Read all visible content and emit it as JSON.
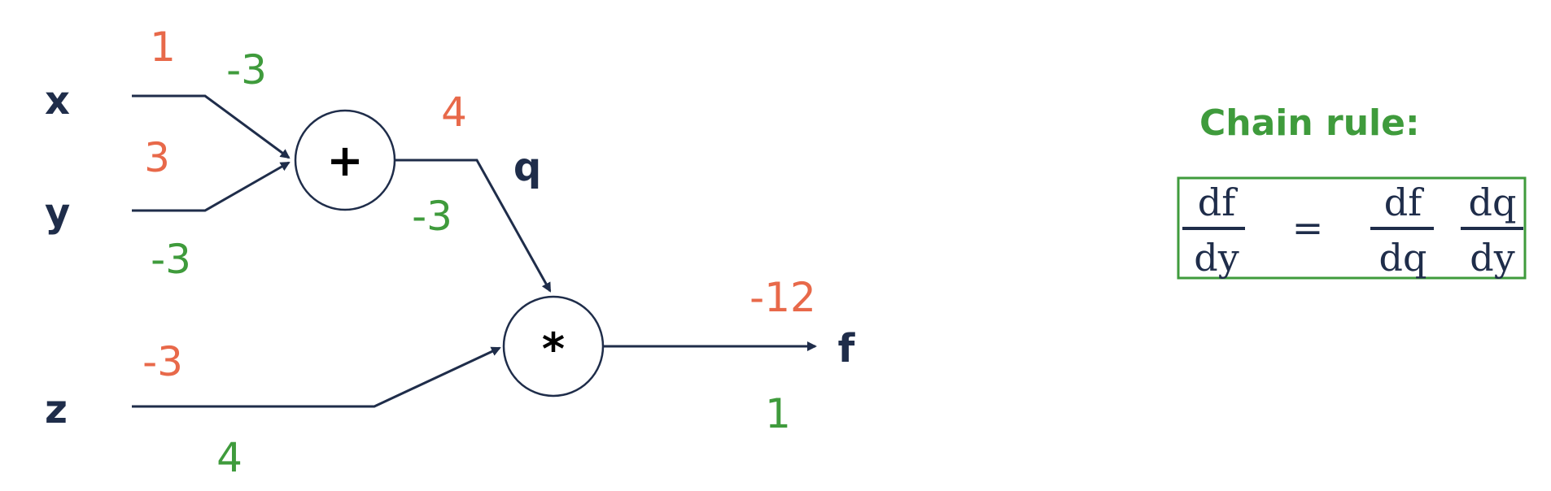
{
  "inputs": {
    "x": {
      "label": "x",
      "value": "1",
      "grad": "-3"
    },
    "y": {
      "label": "y",
      "value": "3",
      "grad": "-3"
    },
    "z": {
      "label": "z",
      "value": "-3",
      "grad": "4"
    }
  },
  "add_node": {
    "symbol": "+"
  },
  "mul_node": {
    "symbol": "*"
  },
  "q": {
    "label": "q",
    "value": "4",
    "grad": "-3"
  },
  "f": {
    "label": "f",
    "value": "-12",
    "grad": "1"
  },
  "chain_rule": {
    "title": "Chain rule:",
    "lhs_num": "df",
    "lhs_den": "dy",
    "equals": "=",
    "r1_num": "df",
    "r1_den": "dq",
    "r2_num": "dq",
    "r2_den": "dy"
  },
  "colors": {
    "forward_value": "#e8694a",
    "gradient": "#3f9b3c",
    "ink": "#1f2d4a",
    "box_border": "#3f9b3c"
  }
}
